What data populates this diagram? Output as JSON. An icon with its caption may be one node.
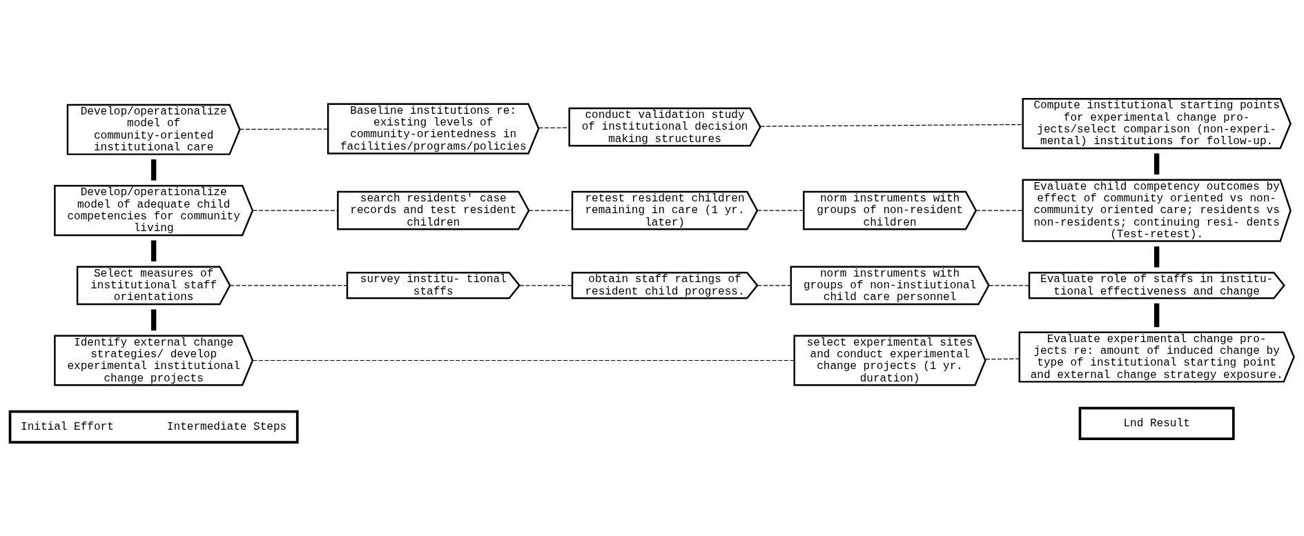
{
  "diagram": {
    "nodes": [
      {
        "text": [
          "Initial Effort",
          "Intermediate Steps"
        ]
      },
      {
        "text": [
          "Lnd Result"
        ]
      },
      {
        "text": [
          "Develop/operationalize model of community-oriented institutional care"
        ]
      },
      {
        "text": [
          "Baseline institutions re: existing levels of community-orientedness in facilities/programs/policies"
        ]
      },
      {
        "text": [
          "conduct validation study of institutional decision making structures"
        ]
      },
      {
        "text": [
          "Compute institutional starting points for experimental change pro- jects/select comparison (non-experi- mental) institutions for follow-up."
        ]
      },
      {
        "text": [
          "Develop/operationalize model of adequate child competencies for community living"
        ]
      },
      {
        "text": [
          "search residents' case records and test resident children"
        ]
      },
      {
        "text": [
          "retest resident children remaining in care (1 yr. later)"
        ]
      },
      {
        "text": [
          "norm instruments with groups of non-resident children"
        ]
      },
      {
        "text": [
          "Evaluate child competency outcomes by effect of community oriented vs non- community oriented care; residents vs non-residents; continuing resi- dents (Test-retest)."
        ]
      },
      {
        "text": [
          "Select measures of institutional staff orientations"
        ]
      },
      {
        "text": [
          "survey institu- tional staffs"
        ]
      },
      {
        "text": [
          "obtain staff ratings of resident child progress."
        ]
      },
      {
        "text": [
          "norm instruments with groups of non-instiutional child care personnel"
        ]
      },
      {
        "text": [
          "Evaluate role of staffs in institu- tional effectiveness and change"
        ]
      },
      {
        "text": [
          "Identify external change strategies/ develop experimental institutional change projects"
        ]
      },
      {
        "text": [
          "select experimental sites and conduct experimental change projects (1 yr. duration)"
        ]
      },
      {
        "text": [
          "Evaluate experimental change pro- jects re: amount of induced change by type of institutional starting point and external change strategy exposure."
        ]
      }
    ],
    "edges": [
      {
        "from": 2,
        "to": 3,
        "arrow": "none",
        "style": "dashed"
      },
      {
        "from": 3,
        "to": 4,
        "arrow": "none",
        "style": "dashed"
      },
      {
        "from": 4,
        "to": 5,
        "arrow": "none",
        "style": "dashed"
      },
      {
        "from": 6,
        "to": 7,
        "arrow": "none",
        "style": "dashed"
      },
      {
        "from": 7,
        "to": 8,
        "arrow": "none",
        "style": "dashed"
      },
      {
        "from": 8,
        "to": 9,
        "arrow": "none",
        "style": "dashed"
      },
      {
        "from": 9,
        "to": 10,
        "arrow": "none",
        "style": "dashed"
      },
      {
        "from": 11,
        "to": 12,
        "arrow": "none",
        "style": "dashed"
      },
      {
        "from": 12,
        "to": 13,
        "arrow": "none",
        "style": "dashed"
      },
      {
        "from": 13,
        "to": 14,
        "arrow": "none",
        "style": "dashed"
      },
      {
        "from": 14,
        "to": 15,
        "arrow": "none",
        "style": "dashed"
      },
      {
        "from": 16,
        "to": 17,
        "arrow": "none",
        "style": "dashed"
      },
      {
        "from": 17,
        "to": 18,
        "arrow": "none",
        "style": "dashed"
      },
      {
        "from": 2,
        "to": 6,
        "arrow": "none",
        "style": "thick"
      },
      {
        "from": 6,
        "to": 11,
        "arrow": "none",
        "style": "thick"
      },
      {
        "from": 11,
        "to": 16,
        "arrow": "none",
        "style": "thick"
      },
      {
        "from": 5,
        "to": 10,
        "arrow": "none",
        "style": "thick"
      },
      {
        "from": 10,
        "to": 15,
        "arrow": "none",
        "style": "thick"
      },
      {
        "from": 15,
        "to": 18,
        "arrow": "none",
        "style": "thick"
      }
    ]
  }
}
